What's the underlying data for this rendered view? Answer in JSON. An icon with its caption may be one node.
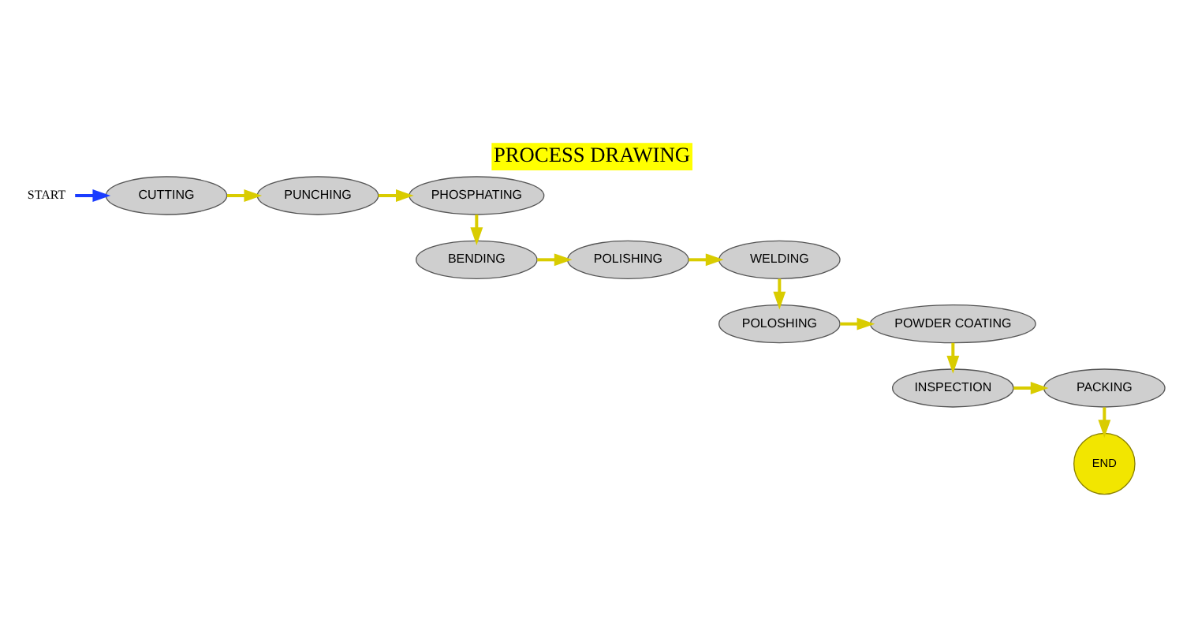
{
  "diagram": {
    "title": "PROCESS DRAWING",
    "nodes": [
      {
        "text": [
          "START"
        ]
      },
      {
        "text": [
          "CUTTING"
        ]
      },
      {
        "text": [
          "PUNCHING"
        ]
      },
      {
        "text": [
          "PHOSPHATING"
        ]
      },
      {
        "text": [
          "BENDING"
        ]
      },
      {
        "text": [
          "POLISHING"
        ]
      },
      {
        "text": [
          "WELDING"
        ]
      },
      {
        "text": [
          "POLOSHING"
        ]
      },
      {
        "text": [
          "POWDER COATING"
        ]
      },
      {
        "text": [
          "INSPECTION"
        ]
      },
      {
        "text": [
          "PACKING"
        ]
      },
      {
        "text": [
          "END"
        ]
      }
    ],
    "edges": [
      {
        "from": 0,
        "to": 1,
        "arrow": "to",
        "color": "#1a3cff"
      },
      {
        "from": 1,
        "to": 2,
        "arrow": "to"
      },
      {
        "from": 2,
        "to": 3,
        "arrow": "to"
      },
      {
        "from": 3,
        "to": 4,
        "arrow": "to"
      },
      {
        "from": 4,
        "to": 5,
        "arrow": "to"
      },
      {
        "from": 5,
        "to": 6,
        "arrow": "to"
      },
      {
        "from": 6,
        "to": 7,
        "arrow": "to"
      },
      {
        "from": 7,
        "to": 8,
        "arrow": "to"
      },
      {
        "from": 8,
        "to": 9,
        "arrow": "to"
      },
      {
        "from": 9,
        "to": 10,
        "arrow": "to"
      },
      {
        "from": 10,
        "to": 11,
        "arrow": "to"
      }
    ]
  }
}
